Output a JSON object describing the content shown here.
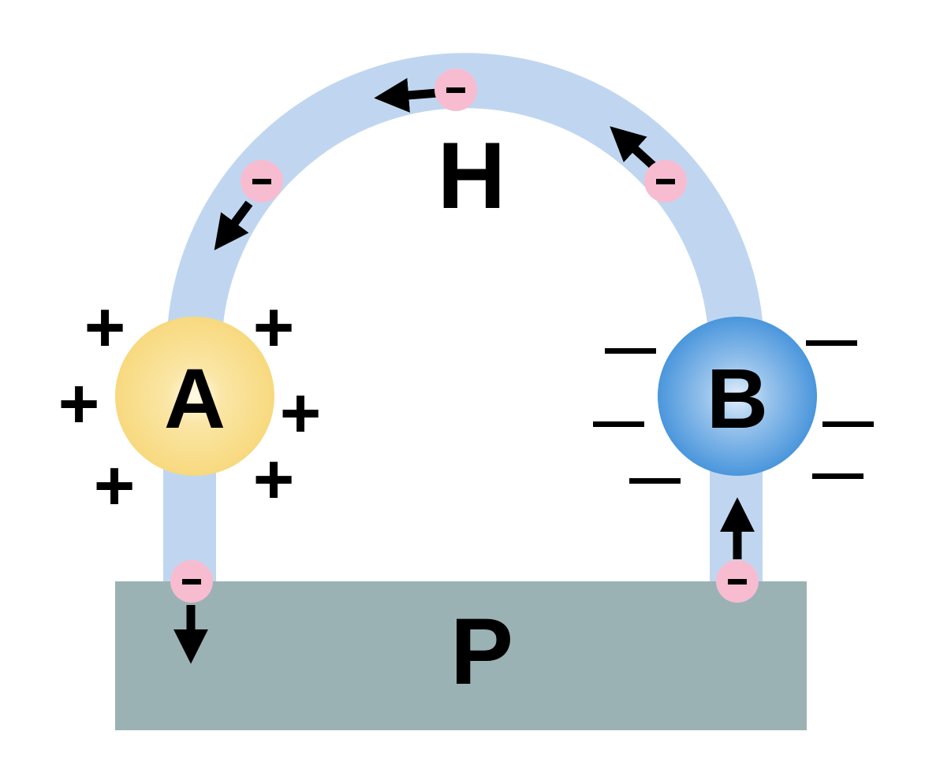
{
  "labels": {
    "conductor_h": "H",
    "sphere_a": "A",
    "sphere_b": "B",
    "plate_p": "P"
  },
  "charges": {
    "positive_symbol": "+",
    "negative_symbol": "—",
    "electron_symbol": "-"
  },
  "colors": {
    "conductor": "#c0d6f0",
    "plate": "#9bb2b4",
    "sphere_a_outer": "#f7d97e",
    "sphere_a_inner": "#fff8dc",
    "sphere_b_outer": "#4a96dc",
    "sphere_b_inner": "#d8e9f8",
    "electron": "#f7bcd0",
    "arrow": "#000000"
  },
  "icons": {
    "electron": "electron-icon",
    "arrow": "arrow-icon"
  }
}
